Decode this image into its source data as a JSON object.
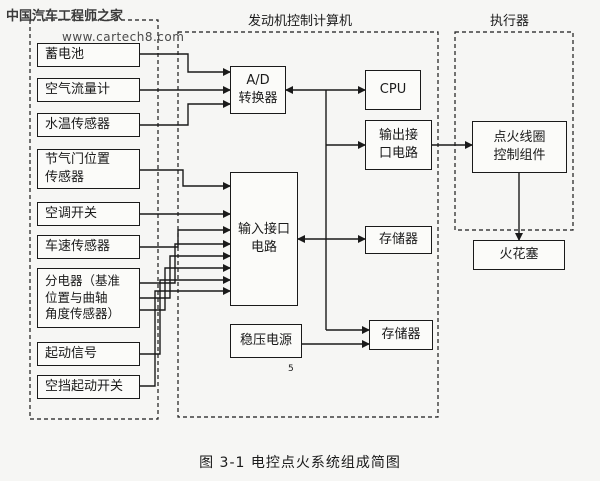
{
  "watermark": {
    "text": "中国汽车工程师之家",
    "url": "www.cartech8.com"
  },
  "regions": {
    "sensors": {
      "title": ""
    },
    "ecu": {
      "title": "发动机控制计算机"
    },
    "actuator": {
      "title": "执行器"
    }
  },
  "inputs": [
    {
      "id": "battery",
      "label": "蓄电池"
    },
    {
      "id": "airflow",
      "label": "空气流量计"
    },
    {
      "id": "coolant",
      "label": "水温传感器"
    },
    {
      "id": "throttle",
      "label": "节气门位置\n传感器"
    },
    {
      "id": "ac",
      "label": "空调开关"
    },
    {
      "id": "speed",
      "label": "车速传感器"
    },
    {
      "id": "distributor",
      "label": "分电器（基准\n位置与曲轴\n角度传感器）"
    },
    {
      "id": "start",
      "label": "起动信号"
    },
    {
      "id": "neutral",
      "label": "空挡起动开关"
    }
  ],
  "ecu_blocks": {
    "adc": "A/D\n转换器",
    "cpu": "CPU",
    "output": "输出接\n口电路",
    "input": "输入接口\n电路",
    "memory1": "存储器",
    "memory2": "存储器",
    "regulator": "稳压电源"
  },
  "actuator_blocks": {
    "igniter": "点火线圈\n控制组件",
    "plug": "火花塞"
  },
  "stray_mark": "5",
  "caption": "图 3-1    电控点火系统组成简图"
}
